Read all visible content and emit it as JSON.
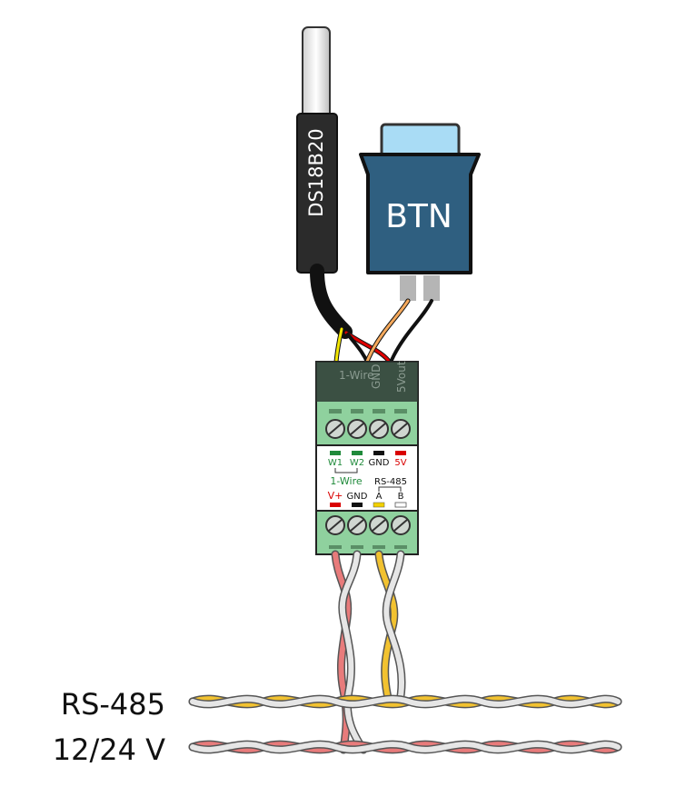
{
  "sensor": {
    "label": "DS18B20"
  },
  "button": {
    "label": "BTN"
  },
  "module": {
    "top_terminal_markings": [
      "1-Wire",
      "GND",
      "5Vout"
    ],
    "top_pins": [
      {
        "label": "W1",
        "color": "#1f8a3a"
      },
      {
        "label": "W2",
        "color": "#1f8a3a"
      },
      {
        "label": "GND",
        "color": "#111111"
      },
      {
        "label": "5V",
        "color": "#d90000"
      }
    ],
    "group_label_1wire": "1-Wire",
    "group_label_rs485": "RS-485",
    "bottom_pins": [
      {
        "label": "V+",
        "color": "#d90000"
      },
      {
        "label": "GND",
        "color": "#111111"
      },
      {
        "label": "A",
        "color": "#f2d000"
      },
      {
        "label": "B",
        "color": "#ffffff"
      }
    ]
  },
  "buses": {
    "rs485_label": "RS-485",
    "power_label": "12/24 V"
  },
  "colors": {
    "terminal_green": "#8fd19e",
    "terminal_dark": "#2d3a33",
    "button_body": "#2f5f80",
    "button_window": "#a9dcf5",
    "sensor_sleeve": "#2b2b2b",
    "wire_yellow": "#f2c230",
    "wire_red": "#e87b7b",
    "wire_white": "#e6e6e6",
    "wire_orange": "#f5a95c"
  }
}
